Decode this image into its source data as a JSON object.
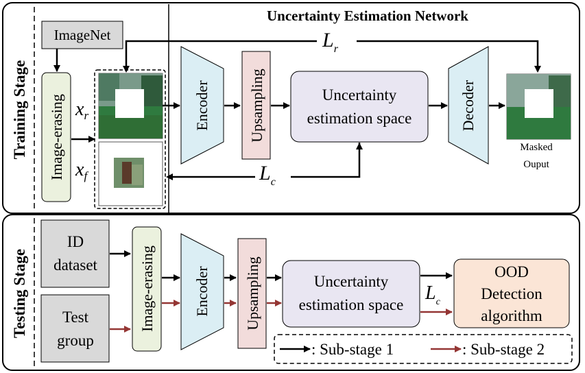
{
  "training": {
    "stage_label": "Training Stage",
    "network_title": "Uncertainty Estimation Network",
    "imagenet": "ImageNet",
    "image_erasing": "Image-erasing",
    "xr": "x",
    "xr_sub": "r",
    "xf": "x",
    "xf_sub": "f",
    "encoder": "Encoder",
    "upsampling": "Upsampling",
    "ues_line1": "Uncertainty",
    "ues_line2": "estimation space",
    "decoder": "Decoder",
    "masked_line1": "Masked",
    "masked_line2": "Ouput",
    "loss_r": "L",
    "loss_r_sub": "r",
    "loss_c": "L",
    "loss_c_sub": "c"
  },
  "testing": {
    "stage_label": "Testing Stage",
    "id_line1": "ID",
    "id_line2": "dataset",
    "test_line1": "Test",
    "test_line2": "group",
    "image_erasing": "Image-erasing",
    "encoder": "Encoder",
    "upsampling": "Upsampling",
    "ues_line1": "Uncertainty",
    "ues_line2": "estimation space",
    "loss_c": "L",
    "loss_c_sub": "c",
    "ood_line1": "OOD",
    "ood_line2": "Detection",
    "ood_line3": "algorithm"
  },
  "legend": {
    "sub1": ": Sub-stage 1",
    "sub2": ": Sub-stage 2"
  },
  "colors": {
    "gray_box": "#d9d9d9",
    "green_box": "#ebf1de",
    "blue_trap": "#dbeef4",
    "pink_box": "#f2dcdb",
    "lavender_box": "#e9e6f2",
    "peach_box": "#fbe5d6",
    "arrow_black": "#000000",
    "arrow_red": "#943634"
  }
}
